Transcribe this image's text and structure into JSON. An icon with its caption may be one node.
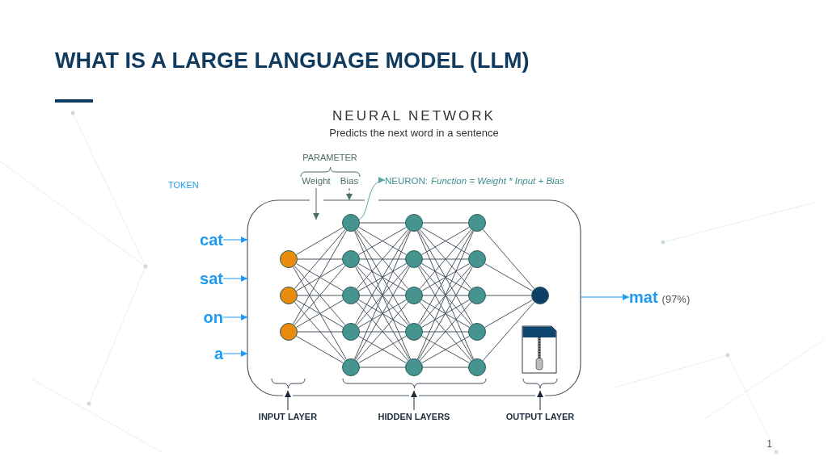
{
  "diagram": {
    "title": "WHAT IS A LARGE LANGUAGE MODEL (LLM)",
    "nodes": [
      {
        "text": [],
        "shape": "box"
      },
      {
        "text": [],
        "shape": "circle",
        "in": 0
      },
      {
        "text": [],
        "shape": "circle",
        "in": 0
      },
      {
        "text": [],
        "shape": "circle",
        "in": 0
      },
      {
        "text": [],
        "shape": "circle",
        "in": 0
      },
      {
        "text": [],
        "shape": "circle",
        "in": 0
      },
      {
        "text": [],
        "shape": "circle",
        "in": 0
      },
      {
        "text": [],
        "shape": "circle",
        "in": 0
      },
      {
        "text": [],
        "shape": "circle",
        "in": 0
      },
      {
        "text": [],
        "shape": "circle",
        "in": 0
      },
      {
        "text": [],
        "shape": "circle",
        "in": 0
      },
      {
        "text": [],
        "shape": "circle",
        "in": 0
      },
      {
        "text": [],
        "shape": "circle",
        "in": 0
      },
      {
        "text": [],
        "shape": "circle",
        "in": 0
      },
      {
        "text": [],
        "shape": "circle",
        "in": 0
      },
      {
        "text": [],
        "shape": "circle",
        "in": 0
      },
      {
        "text": [],
        "shape": "circle",
        "in": 0
      },
      {
        "text": [],
        "shape": "circle",
        "in": 0
      },
      {
        "text": [],
        "shape": "circle",
        "in": 0
      },
      {
        "text": [],
        "shape": "circle",
        "in": 0
      },
      {
        "text": [
          "cat"
        ]
      },
      {
        "text": [
          "sat"
        ]
      },
      {
        "text": [
          "on"
        ]
      },
      {
        "text": [
          "a"
        ]
      },
      {
        "text": [
          "mat"
        ],
        "beside": [
          "(97%)"
        ]
      },
      {
        "text": [
          "Weight"
        ]
      },
      {
        "text": [
          "Bias"
        ]
      },
      {
        "text": [
          "NEURON:",
          "Function = Weight * Input + Bias"
        ]
      },
      {
        "text": [
          "INPUT LAYER"
        ]
      },
      {
        "text": [
          "HIDDEN LAYERS"
        ]
      },
      {
        "text": [
          "OUTPUT LAYER"
        ]
      }
    ],
    "edges": [
      {
        "from": 1,
        "to": 4,
        "arrow": "none"
      },
      {
        "from": 1,
        "to": 5,
        "arrow": "none"
      },
      {
        "from": 1,
        "to": 6,
        "arrow": "none"
      },
      {
        "from": 1,
        "to": 7,
        "arrow": "none"
      },
      {
        "from": 1,
        "to": 8,
        "arrow": "none"
      },
      {
        "from": 2,
        "to": 4,
        "arrow": "none"
      },
      {
        "from": 2,
        "to": 5,
        "arrow": "none"
      },
      {
        "from": 2,
        "to": 6,
        "arrow": "none"
      },
      {
        "from": 2,
        "to": 7,
        "arrow": "none"
      },
      {
        "from": 2,
        "to": 8,
        "arrow": "none"
      },
      {
        "from": 3,
        "to": 4,
        "arrow": "none"
      },
      {
        "from": 3,
        "to": 5,
        "arrow": "none"
      },
      {
        "from": 3,
        "to": 6,
        "arrow": "none"
      },
      {
        "from": 3,
        "to": 7,
        "arrow": "none"
      },
      {
        "from": 3,
        "to": 8,
        "arrow": "none"
      },
      {
        "from": 4,
        "to": 9,
        "arrow": "none"
      },
      {
        "from": 4,
        "to": 10,
        "arrow": "none"
      },
      {
        "from": 4,
        "to": 11,
        "arrow": "none"
      },
      {
        "from": 4,
        "to": 12,
        "arrow": "none"
      },
      {
        "from": 4,
        "to": 13,
        "arrow": "none"
      },
      {
        "from": 5,
        "to": 9,
        "arrow": "none"
      },
      {
        "from": 5,
        "to": 10,
        "arrow": "none"
      },
      {
        "from": 5,
        "to": 11,
        "arrow": "none"
      },
      {
        "from": 5,
        "to": 12,
        "arrow": "none"
      },
      {
        "from": 5,
        "to": 13,
        "arrow": "none"
      },
      {
        "from": 6,
        "to": 9,
        "arrow": "none"
      },
      {
        "from": 6,
        "to": 10,
        "arrow": "none"
      },
      {
        "from": 6,
        "to": 11,
        "arrow": "none"
      },
      {
        "from": 6,
        "to": 12,
        "arrow": "none"
      },
      {
        "from": 6,
        "to": 13,
        "arrow": "none"
      },
      {
        "from": 7,
        "to": 9,
        "arrow": "none"
      },
      {
        "from": 7,
        "to": 10,
        "arrow": "none"
      },
      {
        "from": 7,
        "to": 11,
        "arrow": "none"
      },
      {
        "from": 7,
        "to": 12,
        "arrow": "none"
      },
      {
        "from": 7,
        "to": 13,
        "arrow": "none"
      },
      {
        "from": 8,
        "to": 9,
        "arrow": "none"
      },
      {
        "from": 8,
        "to": 10,
        "arrow": "none"
      },
      {
        "from": 8,
        "to": 11,
        "arrow": "none"
      },
      {
        "from": 8,
        "to": 12,
        "arrow": "none"
      },
      {
        "from": 8,
        "to": 13,
        "arrow": "none"
      },
      {
        "from": 9,
        "to": 14,
        "arrow": "none"
      },
      {
        "from": 9,
        "to": 15,
        "arrow": "none"
      },
      {
        "from": 9,
        "to": 16,
        "arrow": "none"
      },
      {
        "from": 9,
        "to": 17,
        "arrow": "none"
      },
      {
        "from": 9,
        "to": 18,
        "arrow": "none"
      },
      {
        "from": 10,
        "to": 14,
        "arrow": "none"
      },
      {
        "from": 10,
        "to": 15,
        "arrow": "none"
      },
      {
        "from": 10,
        "to": 16,
        "arrow": "none"
      },
      {
        "from": 10,
        "to": 17,
        "arrow": "none"
      },
      {
        "from": 10,
        "to": 18,
        "arrow": "none"
      },
      {
        "from": 11,
        "to": 14,
        "arrow": "none"
      },
      {
        "from": 11,
        "to": 15,
        "arrow": "none"
      },
      {
        "from": 11,
        "to": 16,
        "arrow": "none"
      },
      {
        "from": 11,
        "to": 17,
        "arrow": "none"
      },
      {
        "from": 11,
        "to": 18,
        "arrow": "none"
      },
      {
        "from": 12,
        "to": 14,
        "arrow": "none"
      },
      {
        "from": 12,
        "to": 15,
        "arrow": "none"
      },
      {
        "from": 12,
        "to": 16,
        "arrow": "none"
      },
      {
        "from": 12,
        "to": 17,
        "arrow": "none"
      },
      {
        "from": 12,
        "to": 18,
        "arrow": "none"
      },
      {
        "from": 13,
        "to": 14,
        "arrow": "none"
      },
      {
        "from": 13,
        "to": 15,
        "arrow": "none"
      },
      {
        "from": 13,
        "to": 16,
        "arrow": "none"
      },
      {
        "from": 13,
        "to": 17,
        "arrow": "none"
      },
      {
        "from": 13,
        "to": 18,
        "arrow": "none"
      },
      {
        "from": 14,
        "to": 19,
        "arrow": "none"
      },
      {
        "from": 15,
        "to": 19,
        "arrow": "none"
      },
      {
        "from": 16,
        "to": 19,
        "arrow": "none"
      },
      {
        "from": 17,
        "to": 19,
        "arrow": "none"
      },
      {
        "from": 18,
        "to": 19,
        "arrow": "none"
      },
      {
        "from": 20,
        "to": 0,
        "arrow": "to",
        "color": "#1e9bf0"
      },
      {
        "from": 21,
        "to": 0,
        "arrow": "to",
        "color": "#1e9bf0"
      },
      {
        "from": 22,
        "to": 0,
        "arrow": "to",
        "color": "#1e9bf0"
      },
      {
        "from": 23,
        "to": 0,
        "arrow": "to",
        "color": "#1e9bf0"
      },
      {
        "from": 0,
        "to": 24,
        "arrow": "to",
        "color": "#1e9bf0"
      },
      {
        "from": 25,
        "to": 0,
        "arrow": "to",
        "color": "#4d6e63"
      },
      {
        "from": 26,
        "to": 0,
        "arrow": "to",
        "style": "dashed",
        "color": "#4d6e63"
      },
      {
        "from": 4,
        "to": 27,
        "arrow": "to",
        "color": "#5aa5a0"
      },
      {
        "from": 28,
        "to": 0,
        "arrow": "to",
        "color": "#1c2a3a"
      },
      {
        "from": 29,
        "to": 0,
        "arrow": "to",
        "color": "#1c2a3a"
      },
      {
        "from": 30,
        "to": 0,
        "arrow": "to",
        "color": "#1c2a3a"
      }
    ],
    "labels": [
      "NEURAL NETWORK",
      "Predicts the next word in a sentence",
      "PARAMETER",
      "TOKEN",
      "1"
    ]
  }
}
